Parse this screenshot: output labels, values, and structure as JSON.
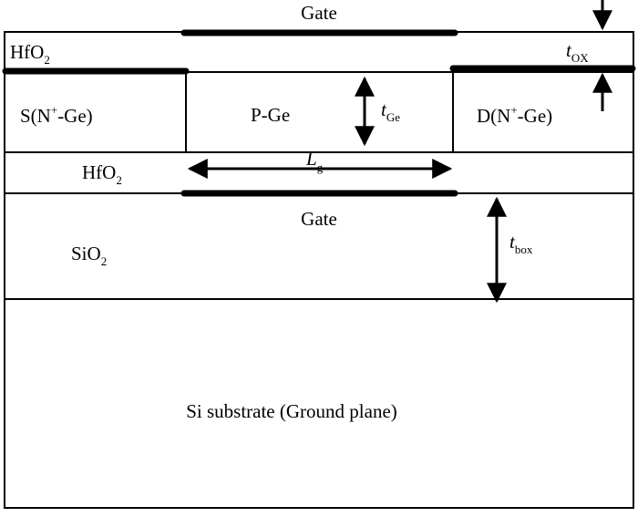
{
  "labels": {
    "gate_top": "Gate",
    "gate_bottom": "Gate",
    "hfo2_top": {
      "base": "HfO",
      "sub": "2"
    },
    "hfo2_bottom": {
      "base": "HfO",
      "sub": "2"
    },
    "source": {
      "pre": "S(N",
      "sup": "+",
      "post": "-Ge)"
    },
    "channel": "P-Ge",
    "drain": {
      "pre": "D(N",
      "sup": "+",
      "post": "-Ge)"
    },
    "sio2": {
      "base": "SiO",
      "sub": "2"
    },
    "substrate": "Si substrate (Ground plane)"
  },
  "dimensions": {
    "t_ox": {
      "main": "t",
      "sub": "OX"
    },
    "t_ge": {
      "main": "t",
      "sub": "Ge"
    },
    "l_g": {
      "main": "L",
      "sub": "g"
    },
    "t_box": {
      "main": "t",
      "sub": "box"
    }
  },
  "colors": {
    "line": "#000000",
    "background": "#ffffff"
  }
}
